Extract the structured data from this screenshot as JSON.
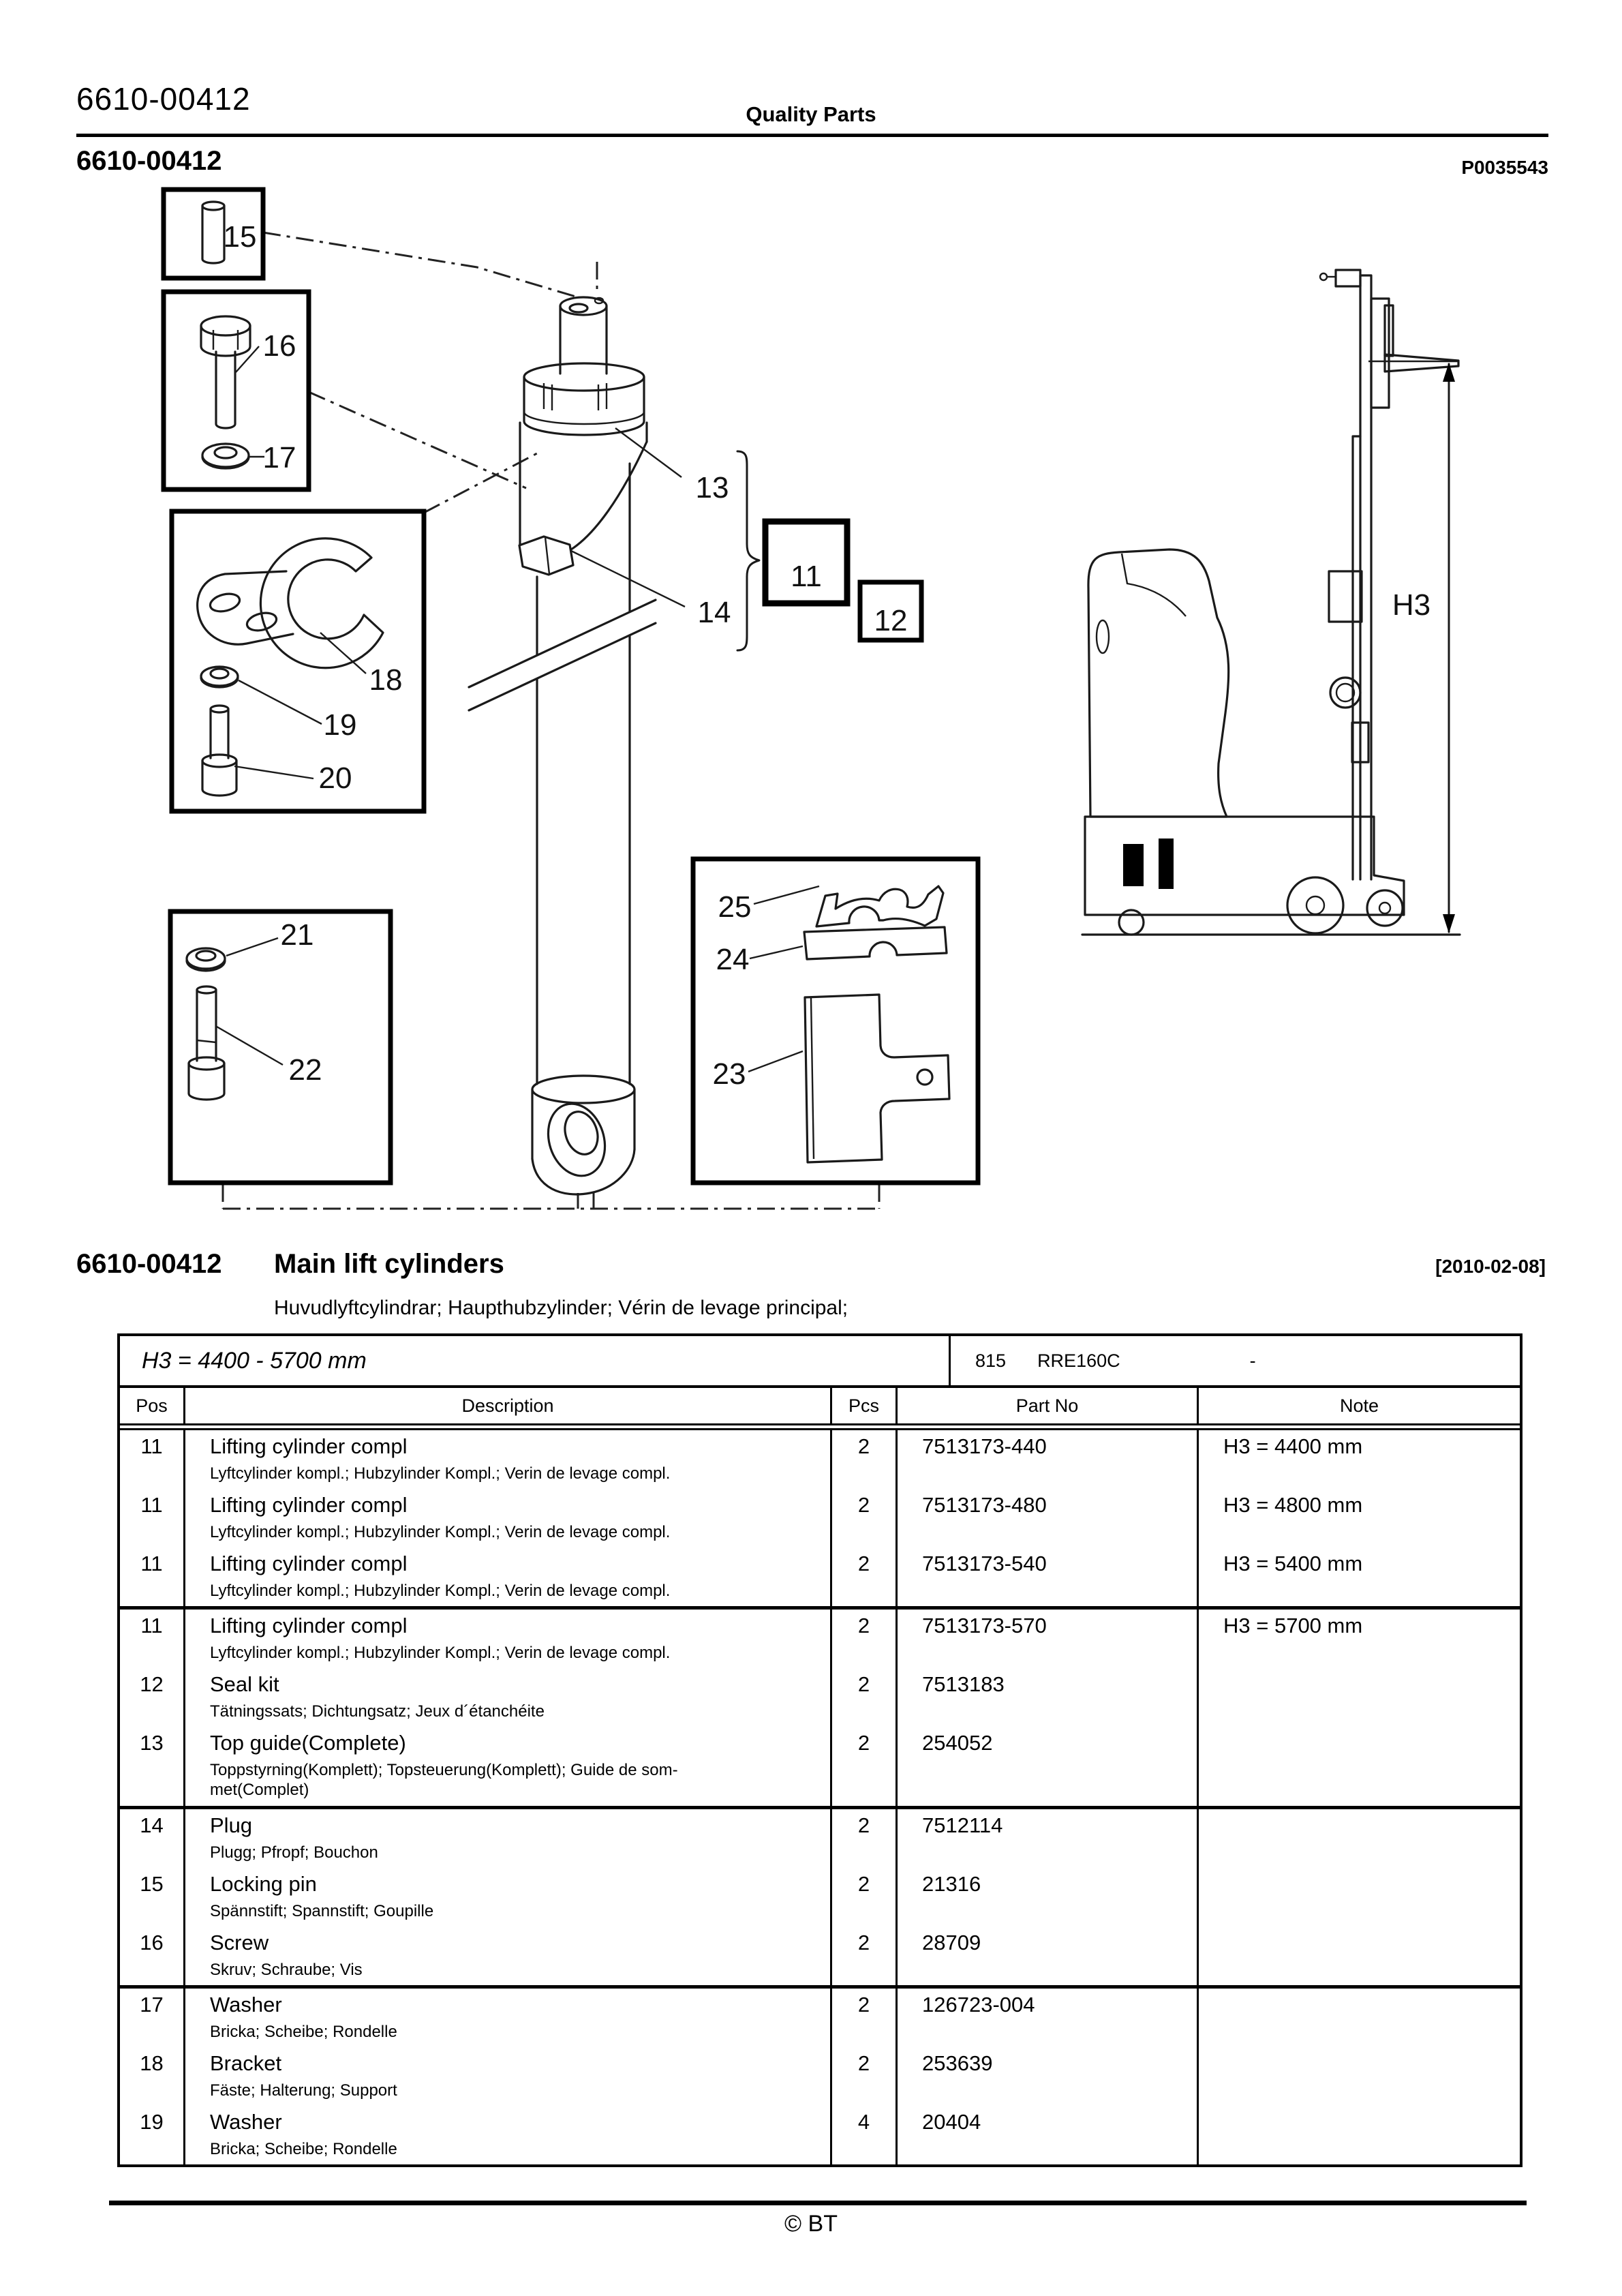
{
  "page": {
    "header_left": "6610-00412",
    "header_center": "Quality Parts",
    "doc_number": "6610-00412",
    "image_ref": "P0035543",
    "footer": "© BT"
  },
  "section": {
    "number": "6610-00412",
    "title": "Main lift cylinders",
    "date": "[2010-02-08]",
    "subtitle": "Huvudlyftcylindrar; Haupthubzylinder; Vérin de levage principal;"
  },
  "diagram": {
    "h3_label": "H3",
    "callouts": {
      "11": "11",
      "12": "12",
      "13": "13",
      "14": "14",
      "15": "15",
      "16": "16",
      "17": "17",
      "18": "18",
      "19": "19",
      "20": "20",
      "21": "21",
      "22": "22",
      "23": "23",
      "24": "24",
      "25": "25"
    }
  },
  "table": {
    "variant": "H3 = 4400 - 5700 mm",
    "model_code": "815",
    "model": "RRE160C",
    "model_dash": "-",
    "columns": [
      "Pos",
      "Description",
      "Pcs",
      "Part No",
      "Note"
    ],
    "rows": [
      {
        "pos": "11",
        "desc": "Lifting cylinder compl",
        "sub": "Lyftcylinder kompl.; Hubzylinder Kompl.; Verin de levage compl.",
        "sub2": "",
        "pcs": "2",
        "part": "7513173-440",
        "note": "H3 = 4400 mm",
        "tall": false,
        "divider_after": false
      },
      {
        "pos": "11",
        "desc": "Lifting cylinder compl",
        "sub": "Lyftcylinder kompl.; Hubzylinder Kompl.; Verin de levage compl.",
        "sub2": "",
        "pcs": "2",
        "part": "7513173-480",
        "note": "H3 = 4800 mm",
        "tall": false,
        "divider_after": false
      },
      {
        "pos": "11",
        "desc": "Lifting cylinder compl",
        "sub": "Lyftcylinder kompl.; Hubzylinder Kompl.; Verin de levage compl.",
        "sub2": "",
        "pcs": "2",
        "part": "7513173-540",
        "note": "H3 = 5400 mm",
        "tall": false,
        "divider_after": true
      },
      {
        "pos": "11",
        "desc": "Lifting cylinder compl",
        "sub": "Lyftcylinder kompl.; Hubzylinder Kompl.; Verin de levage compl.",
        "sub2": "",
        "pcs": "2",
        "part": "7513173-570",
        "note": "H3 = 5700 mm",
        "tall": false,
        "divider_after": false
      },
      {
        "pos": "12",
        "desc": "Seal kit",
        "sub": "Tätningssats; Dichtungsatz; Jeux d´étanchéite",
        "sub2": "",
        "pcs": "2",
        "part": "7513183",
        "note": "",
        "tall": false,
        "divider_after": false
      },
      {
        "pos": "13",
        "desc": "Top guide(Complete)",
        "sub": "Toppstyrning(Komplett); Topsteuerung(Komplett); Guide de som-",
        "sub2": "met(Complet)",
        "pcs": "2",
        "part": "254052",
        "note": "",
        "tall": true,
        "divider_after": true
      },
      {
        "pos": "14",
        "desc": "Plug",
        "sub": "Plugg; Pfropf; Bouchon",
        "sub2": "",
        "pcs": "2",
        "part": "7512114",
        "note": "",
        "tall": false,
        "divider_after": false
      },
      {
        "pos": "15",
        "desc": "Locking pin",
        "sub": "Spännstift; Spannstift; Goupille",
        "sub2": "",
        "pcs": "2",
        "part": "21316",
        "note": "",
        "tall": false,
        "divider_after": false
      },
      {
        "pos": "16",
        "desc": "Screw",
        "sub": "Skruv; Schraube; Vis",
        "sub2": "",
        "pcs": "2",
        "part": "28709",
        "note": "",
        "tall": false,
        "divider_after": true
      },
      {
        "pos": "17",
        "desc": "Washer",
        "sub": "Bricka; Scheibe; Rondelle",
        "sub2": "",
        "pcs": "2",
        "part": "126723-004",
        "note": "",
        "tall": false,
        "divider_after": false
      },
      {
        "pos": "18",
        "desc": "Bracket",
        "sub": "Fäste; Halterung; Support",
        "sub2": "",
        "pcs": "2",
        "part": "253639",
        "note": "",
        "tall": false,
        "divider_after": false
      },
      {
        "pos": "19",
        "desc": "Washer",
        "sub": "Bricka; Scheibe; Rondelle",
        "sub2": "",
        "pcs": "4",
        "part": "20404",
        "note": "",
        "tall": false,
        "divider_after": false
      }
    ]
  }
}
